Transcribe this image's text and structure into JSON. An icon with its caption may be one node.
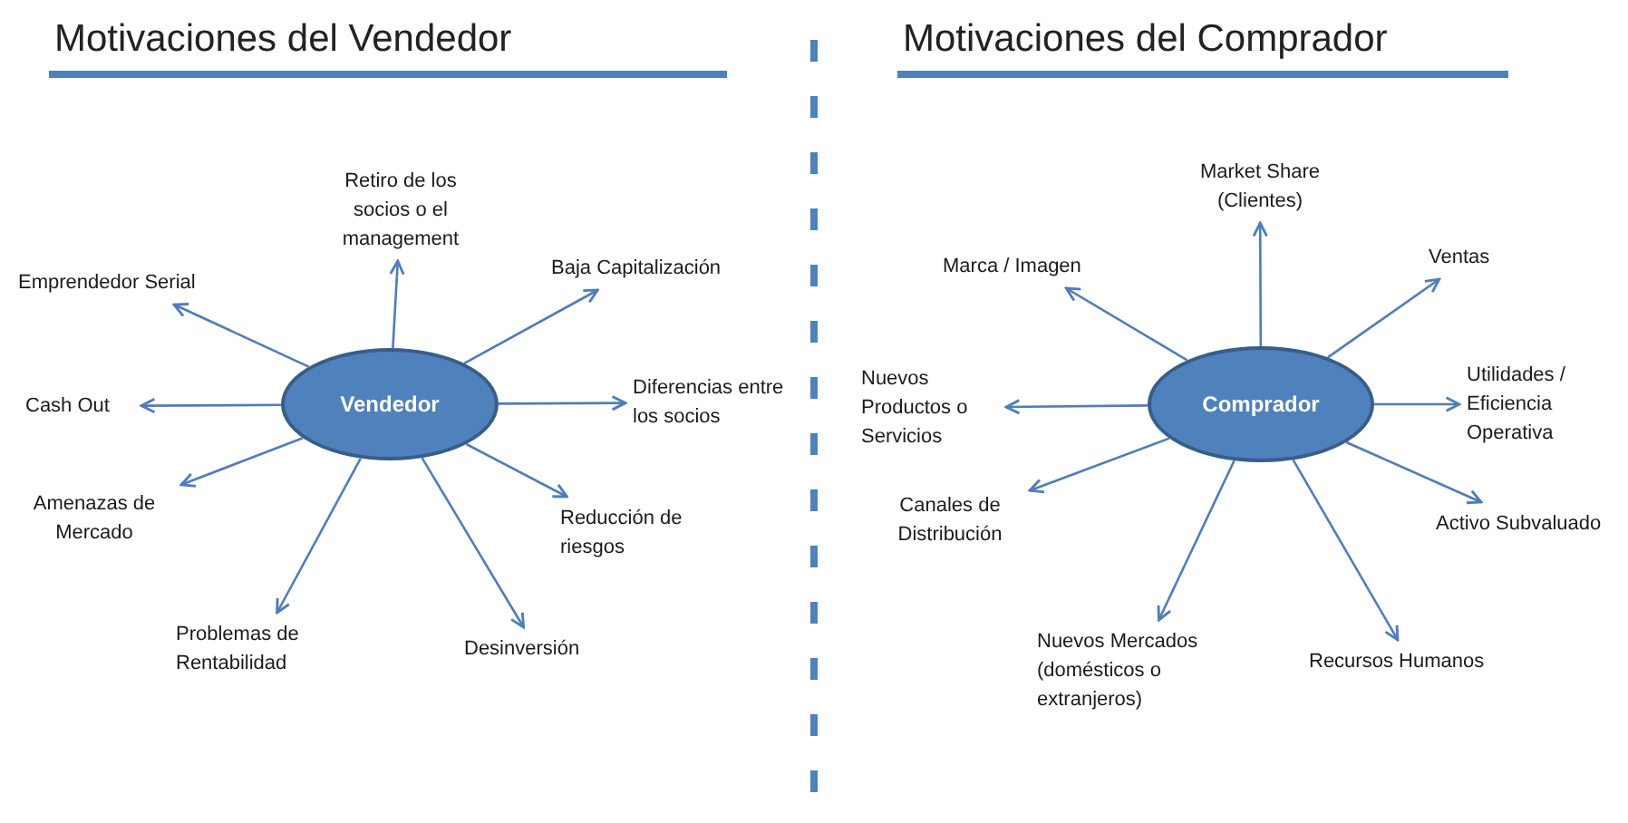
{
  "diagram": {
    "nodes": [
      {
        "text": [
          "Vendedor"
        ]
      },
      {
        "text": [
          "Retiro de los socios o el management"
        ]
      },
      {
        "text": [
          "Emprendedor Serial"
        ]
      },
      {
        "text": [
          "Baja Capitalización"
        ]
      },
      {
        "text": [
          "Cash Out"
        ]
      },
      {
        "text": [
          "Diferencias entre los socios"
        ]
      },
      {
        "text": [
          "Amenazas de Mercado"
        ]
      },
      {
        "text": [
          "Reducción de riesgos"
        ]
      },
      {
        "text": [
          "Problemas de Rentabilidad"
        ]
      },
      {
        "text": [
          "Desinversión"
        ]
      },
      {
        "text": [
          "Comprador"
        ]
      },
      {
        "text": [
          "Market Share (Clientes)"
        ]
      },
      {
        "text": [
          "Marca / Imagen"
        ]
      },
      {
        "text": [
          "Ventas"
        ]
      },
      {
        "text": [
          "Nuevos Productos o Servicios"
        ]
      },
      {
        "text": [
          "Utilidades / Eficiencia Operativa"
        ]
      },
      {
        "text": [
          "Canales de Distribución"
        ]
      },
      {
        "text": [
          "Activo Subvaluado"
        ]
      },
      {
        "text": [
          "Nuevos Mercados (domésticos o extranjeros)"
        ]
      },
      {
        "text": [
          "Recursos Humanos"
        ]
      }
    ],
    "edges": [
      {
        "from": 0,
        "to": 1,
        "arrow": "to"
      },
      {
        "from": 0,
        "to": 2,
        "arrow": "to"
      },
      {
        "from": 0,
        "to": 3,
        "arrow": "to"
      },
      {
        "from": 0,
        "to": 4,
        "arrow": "to"
      },
      {
        "from": 0,
        "to": 5,
        "arrow": "to"
      },
      {
        "from": 0,
        "to": 6,
        "arrow": "to"
      },
      {
        "from": 0,
        "to": 7,
        "arrow": "to"
      },
      {
        "from": 0,
        "to": 8,
        "arrow": "to"
      },
      {
        "from": 0,
        "to": 9,
        "arrow": "to"
      },
      {
        "from": 10,
        "to": 11,
        "arrow": "to"
      },
      {
        "from": 10,
        "to": 12,
        "arrow": "to"
      },
      {
        "from": 10,
        "to": 13,
        "arrow": "to"
      },
      {
        "from": 10,
        "to": 14,
        "arrow": "to"
      },
      {
        "from": 10,
        "to": 15,
        "arrow": "to"
      },
      {
        "from": 10,
        "to": 16,
        "arrow": "to"
      },
      {
        "from": 10,
        "to": 17,
        "arrow": "to"
      },
      {
        "from": 10,
        "to": 18,
        "arrow": "to"
      },
      {
        "from": 10,
        "to": 19,
        "arrow": "to"
      }
    ],
    "labels": [
      "Motivaciones del Vendedor",
      "Motivaciones del Comprador"
    ]
  }
}
